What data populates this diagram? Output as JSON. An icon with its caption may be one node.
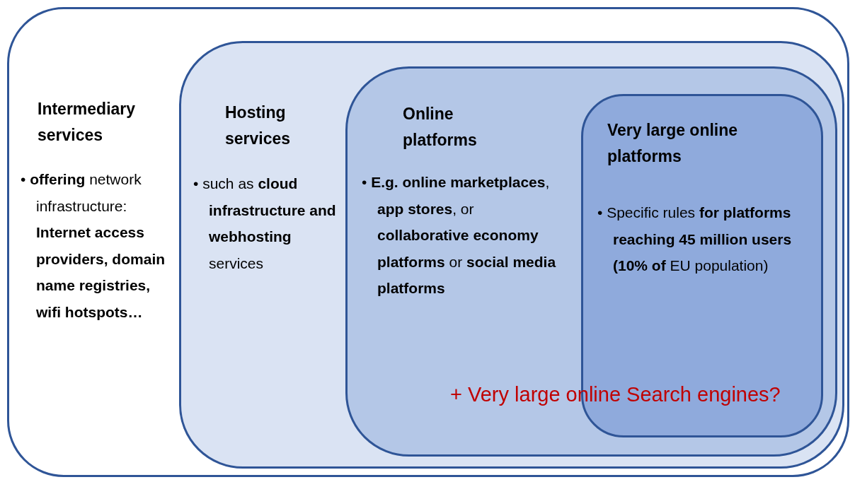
{
  "diagram": {
    "nodes": [
      {
        "text": [
          "Intermediary services",
          "• **offering** network infrastructure: **Internet access providers, domain name registries, wifi hotspots…**"
        ]
      },
      {
        "text": [
          "Hosting services",
          "• such as **cloud infrastructure and webhosting** services"
        ],
        "in": 0
      },
      {
        "text": [
          "Online platforms",
          "• **E.g. online marketplaces**, **app stores**, or **collaborative economy platforms** or **social media platforms**"
        ],
        "in": 1
      },
      {
        "text": [
          "Very large online platforms",
          "• Specific rules **for platforms reaching 45 million users (10% of** EU population)"
        ],
        "in": 2
      }
    ],
    "labels": [
      "+ Very large online Search engines?"
    ]
  }
}
